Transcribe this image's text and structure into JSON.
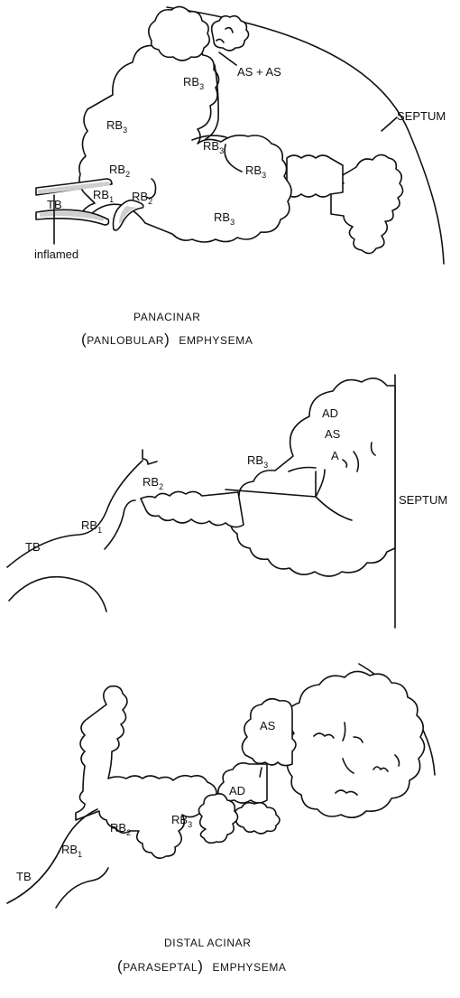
{
  "panel1": {
    "labels": {
      "as_pair": "AS + AS",
      "rb3_a": "RB",
      "rb3_a_sub": "3",
      "rb3_b": "RB",
      "rb3_b_sub": "3",
      "rb3_c": "RB",
      "rb3_c_sub": "3",
      "rb3_d": "RB",
      "rb3_d_sub": "3",
      "rb3_e": "RB",
      "rb3_e_sub": "3",
      "rb2_a": "RB",
      "rb2_a_sub": "2",
      "rb2_b": "RB",
      "rb2_b_sub": "2",
      "rb1": "RB",
      "rb1_sub": "1",
      "tb": "TB",
      "septum": "SEPTUM",
      "inflamed": "inflamed"
    },
    "caption_line1": "PANACINAR",
    "caption_line2_paren_open": "(",
    "caption_line2_word": "PANLOBULAR",
    "caption_line2_paren_close": ")",
    "caption_line2_rest": "EMPHYSEMA"
  },
  "panel2": {
    "labels": {
      "ad": "AD",
      "as": "AS",
      "a": "A",
      "rb3": "RB",
      "rb3_sub": "3",
      "rb2": "RB",
      "rb2_sub": "2",
      "rb1": "RB",
      "rb1_sub": "1",
      "tb": "TB",
      "septum": "SEPTUM"
    }
  },
  "panel3": {
    "labels": {
      "as": "AS",
      "ad": "AD",
      "rb3": "RB",
      "rb3_sub": "3",
      "rb2": "RB",
      "rb2_sub": "2",
      "rb1": "RB",
      "rb1_sub": "1",
      "tb": "TB"
    },
    "caption_line1": "DISTAL ACINAR",
    "caption_line2_paren_open": "(",
    "caption_line2_word": "PARASEPTAL",
    "caption_line2_paren_close": ")",
    "caption_line2_rest": "EMPHYSEMA"
  }
}
